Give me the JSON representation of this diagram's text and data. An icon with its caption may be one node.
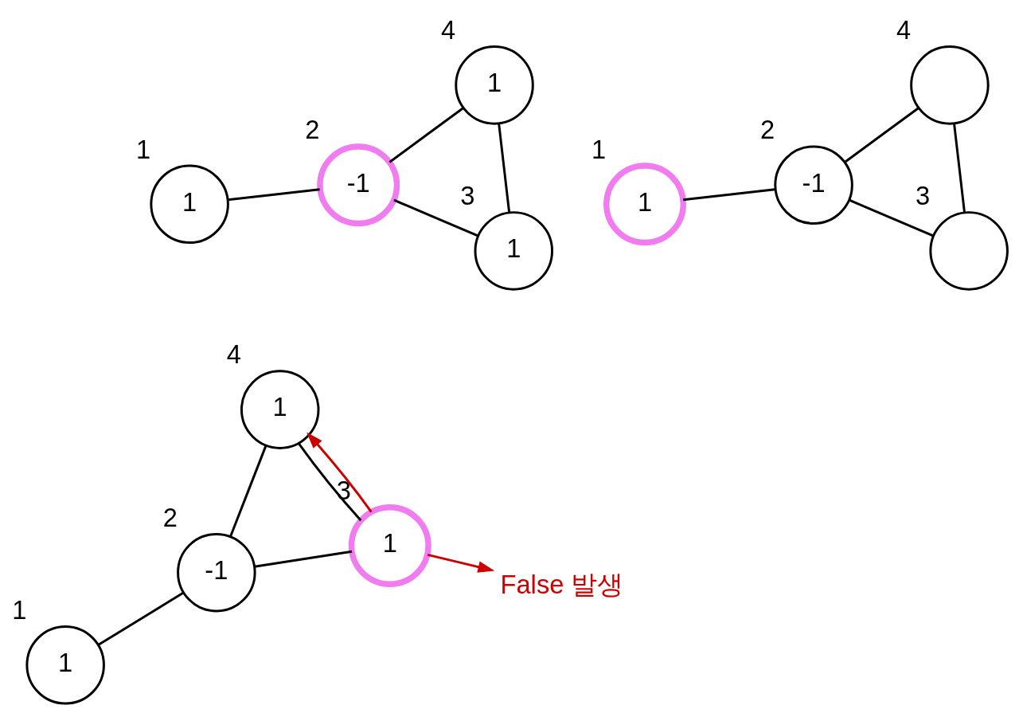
{
  "diagram": {
    "nodes": [
      {
        "text": [
          "1"
        ],
        "beside": [
          "1"
        ]
      },
      {
        "text": [
          "-1"
        ],
        "beside": [
          "2"
        ]
      },
      {
        "text": [],
        "shape": "circle",
        "beside": [
          "3"
        ]
      },
      {
        "text": [],
        "shape": "circle",
        "beside": [
          "4"
        ]
      },
      {
        "text": [
          "1"
        ],
        "beside": [
          "1"
        ]
      },
      {
        "text": [
          "-1"
        ],
        "beside": [
          "2"
        ]
      },
      {
        "text": [
          "1"
        ],
        "beside": [
          "3"
        ]
      },
      {
        "text": [
          "1"
        ],
        "beside": [
          "4"
        ]
      },
      {
        "text": [
          "False 발생"
        ]
      },
      {
        "text": [
          "1"
        ],
        "beside": [
          "1"
        ]
      },
      {
        "text": [
          "-1"
        ],
        "beside": [
          "2"
        ]
      },
      {
        "text": [
          "1"
        ],
        "beside": [
          "3"
        ]
      },
      {
        "text": [
          "1"
        ],
        "beside": [
          "4"
        ]
      }
    ],
    "edges": [
      {
        "from": 0,
        "to": 1,
        "arrow": "none"
      },
      {
        "from": 1,
        "to": 3,
        "arrow": "none"
      },
      {
        "from": 1,
        "to": 2,
        "arrow": "none"
      },
      {
        "from": 2,
        "to": 3,
        "arrow": "none"
      },
      {
        "from": 4,
        "to": 5,
        "arrow": "none"
      },
      {
        "from": 5,
        "to": 7,
        "arrow": "none"
      },
      {
        "from": 5,
        "to": 6,
        "arrow": "none"
      },
      {
        "from": 6,
        "to": 7,
        "arrow": "none"
      },
      {
        "from": 6,
        "to": 7,
        "arrow": "to",
        "color": "#cc0000"
      },
      {
        "from": 6,
        "to": 8,
        "arrow": "to",
        "color": "#cc0000"
      },
      {
        "from": 9,
        "to": 10,
        "arrow": "none"
      },
      {
        "from": 10,
        "to": 12,
        "arrow": "none"
      },
      {
        "from": 10,
        "to": 11,
        "arrow": "none"
      },
      {
        "from": 11,
        "to": 12,
        "arrow": "none"
      }
    ]
  }
}
